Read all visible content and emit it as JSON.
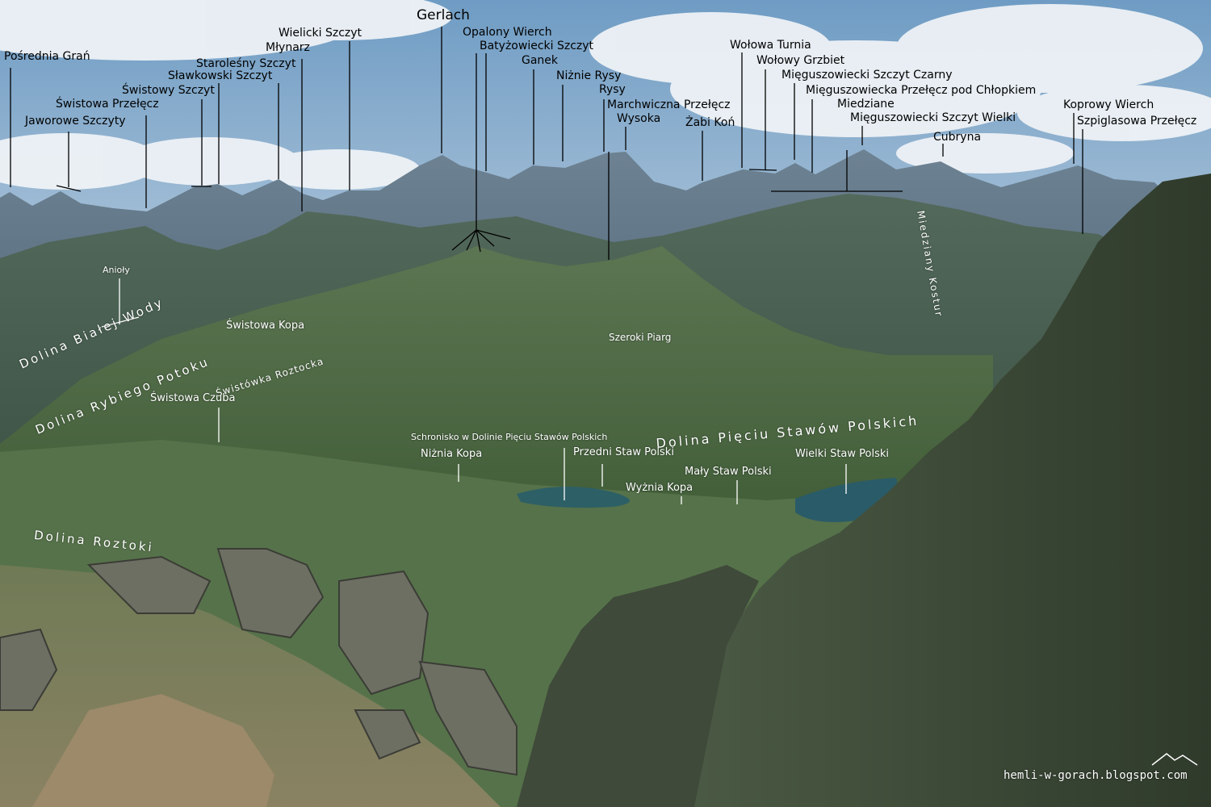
{
  "photo": {
    "subject": "mountain panorama with labelled peaks, valleys and lakes",
    "colors": {
      "sky": "#7fa6c8",
      "cloud": "#eef2f6",
      "ridge_far": "#5f7484",
      "ridge_mid": "#4d6357",
      "slope": "#506a48",
      "lake": "#2d5f66",
      "rock": "#4a4f48"
    }
  },
  "peaks": [
    "Pośrednia Grań",
    "Jaworowe Szczyty",
    "Świstowa Przełęcz",
    "Świstowy Szczyt",
    "Sławkowski Szczyt",
    "Staroleśny Szczyt",
    "Młynarz",
    "Wielicki Szczyt",
    "Gerlach",
    "Opalony Wierch",
    "Batyżowiecki Szczyt",
    "Ganek",
    "Niżnie Rysy",
    "Rysy",
    "Marchwiczna Przełęcz",
    "Wysoka",
    "Żabi Koń",
    "Wołowa Turnia",
    "Wołowy Grzbiet",
    "Mięguszowiecki Szczyt Czarny",
    "Mięguszowiecka Przełęcz pod Chłopkiem",
    "Miedziane",
    "Mięguszowiecki Szczyt Wielki",
    "Cubryna",
    "Koprowy Wierch",
    "Szpiglasowa Przełęcz"
  ],
  "valley_labels": [
    "Dolina Białej Wody",
    "Dolina Rybiego Potoku",
    "Świstówka Roztocka",
    "Dolina Pięciu Stawów Polskich",
    "Miedziany Kostur",
    "Dolina Roztoki"
  ],
  "place_labels": [
    "Anioły",
    "Świstowa Kopa",
    "Świstowa Czuba",
    "Szeroki Piarg",
    "Schronisko w Dolinie Pięciu Stawów Polskich",
    "Niżnia Kopa",
    "Przedni Staw Polski",
    "Mały Staw Polski",
    "Wyżnia Kopa",
    "Wielki Staw Polski"
  ],
  "watermark": "hemli-w-gorach.blogspot.com"
}
